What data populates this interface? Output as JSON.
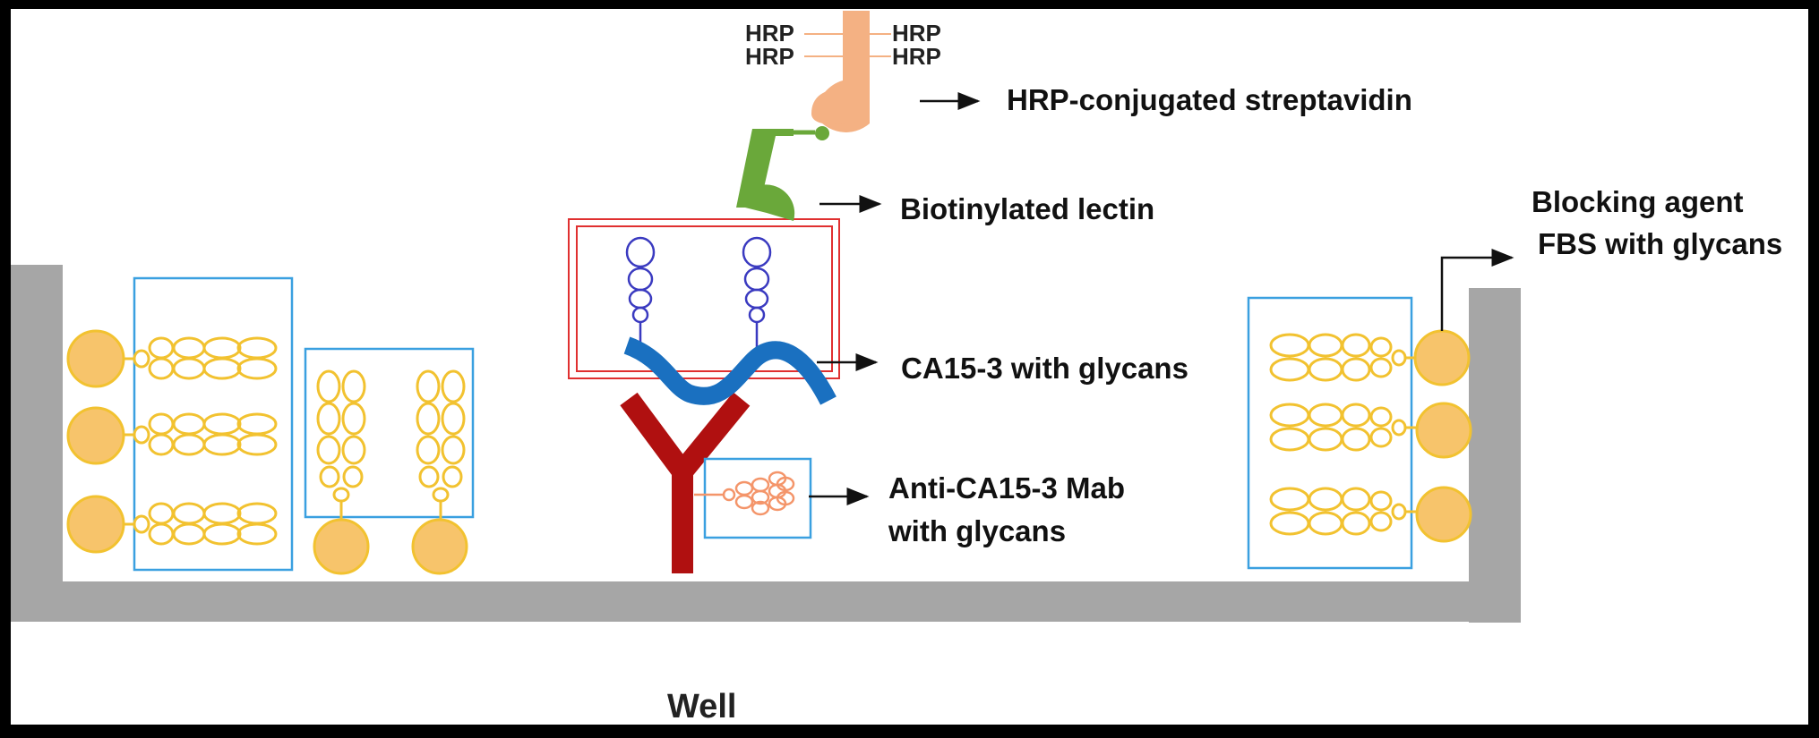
{
  "labels": {
    "hrp_conjugated_streptavidin": "HRP-conjugated streptavidin",
    "biotinylated_lectin": "Biotinylated lectin",
    "ca153_with_glycans": "CA15-3 with glycans",
    "anti_mab_line1": "Anti-CA15-3 Mab",
    "anti_mab_line2": "with glycans",
    "blocking_line1": "Blocking agent",
    "blocking_line2": "FBS with glycans",
    "well": "Well"
  },
  "hrp_tags": {
    "top_left": "HRP",
    "bottom_left": "HRP",
    "top_right": "HRP",
    "bottom_right": "HRP"
  },
  "colors": {
    "background": "#ffffff",
    "frame": "#000000",
    "well": "#a6a6a6",
    "glycan_yellow": "#f2c230",
    "fbs_ball": "#f7c46b",
    "box_blue": "#3aa0e0",
    "glycan_darkblue": "#3a3ac0",
    "protein_blue": "#1a70c0",
    "antibody_red": "#b01010",
    "lectin_green": "#6aa83a",
    "streptavidin": "#f4b183",
    "highlight_red": "#e03030"
  }
}
